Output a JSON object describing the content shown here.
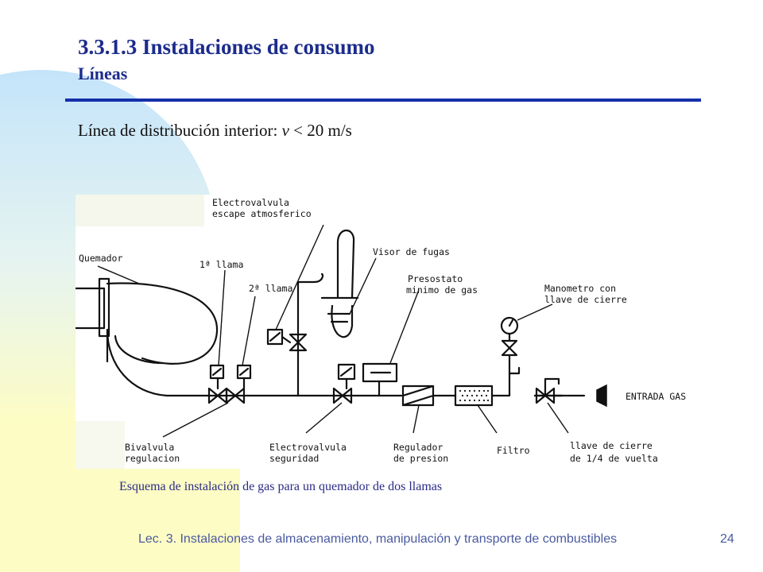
{
  "slide": {
    "title": "3.3.1.3  Instalaciones de consumo",
    "subtitle": "Líneas",
    "line_prefix": "Línea de distribución interior: ",
    "line_var": "v",
    "line_suffix": " < 20 m/s",
    "caption": "Esquema de instalación de gas para un quemador de dos llamas",
    "footer": "Lec. 3. Instalaciones de almacenamiento, manipulación y transporte de combustibles",
    "page_number": "24"
  },
  "diagram": {
    "labels": {
      "quemador": "Quemador",
      "llama1": "1ª llama",
      "llama2": "2ª llama",
      "ev_escape_1": "Electrovalvula",
      "ev_escape_2": "escape atmosferico",
      "visor": "Visor de fugas",
      "presostato_1": "Presostato",
      "presostato_2": "minimo de gas",
      "manometro_1": "Manometro con",
      "manometro_2": "llave de cierre",
      "entrada": "ENTRADA GAS",
      "bivalvula_1": "Bivalvula",
      "bivalvula_2": "regulacion",
      "ev_seg_1": "Electrovalvula",
      "ev_seg_2": "seguridad",
      "regulador_1": "Regulador",
      "regulador_2": "de presion",
      "filtro": "Filtro",
      "llave_1": "llave de cierre",
      "llave_2": "de 1/4 de vuelta"
    }
  },
  "colors": {
    "title": "#1c2c8c",
    "rule": "#1430a8",
    "bg_circle": "#c8e6fa",
    "bg_yellow": "#fdfcc4"
  }
}
